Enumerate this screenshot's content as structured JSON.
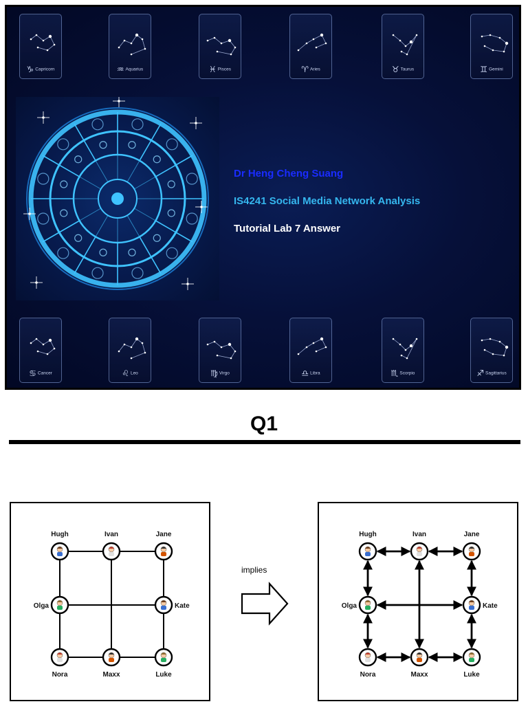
{
  "slide": {
    "top_signs": [
      {
        "symbol": "♑",
        "name": "Capricorn"
      },
      {
        "symbol": "♒",
        "name": "Aquarius"
      },
      {
        "symbol": "♓",
        "name": "Pisces"
      },
      {
        "symbol": "♈",
        "name": "Aries"
      },
      {
        "symbol": "♉",
        "name": "Taurus"
      },
      {
        "symbol": "♊",
        "name": "Gemini"
      }
    ],
    "bottom_signs": [
      {
        "symbol": "♋",
        "name": "Cancer"
      },
      {
        "symbol": "♌",
        "name": "Leo"
      },
      {
        "symbol": "♍",
        "name": "Virgo"
      },
      {
        "symbol": "♎",
        "name": "Libra"
      },
      {
        "symbol": "♏",
        "name": "Scorpio"
      },
      {
        "symbol": "♐",
        "name": "Sagittarius"
      }
    ],
    "author": "Dr Heng Cheng Suang",
    "course": "IS4241 Social Media Network Analysis",
    "subtitle": "Tutorial Lab 7 Answer",
    "colors": {
      "author": "#1a2cff",
      "course": "#35b6ee",
      "subtitle": "#ffffff",
      "background": "#061039"
    }
  },
  "question": {
    "heading": "Q1",
    "implies_label": "implies",
    "network": {
      "nodes": [
        "Hugh",
        "Ivan",
        "Jane",
        "Olga",
        "Kate",
        "Nora",
        "Maxx",
        "Luke"
      ],
      "edges": [
        [
          "Hugh",
          "Ivan"
        ],
        [
          "Ivan",
          "Jane"
        ],
        [
          "Hugh",
          "Olga"
        ],
        [
          "Olga",
          "Nora"
        ],
        [
          "Jane",
          "Kate"
        ],
        [
          "Kate",
          "Luke"
        ],
        [
          "Olga",
          "Kate"
        ],
        [
          "Ivan",
          "Maxx"
        ],
        [
          "Nora",
          "Maxx"
        ],
        [
          "Maxx",
          "Luke"
        ]
      ],
      "left_graph": "undirected",
      "right_graph": "bidirectional"
    }
  }
}
